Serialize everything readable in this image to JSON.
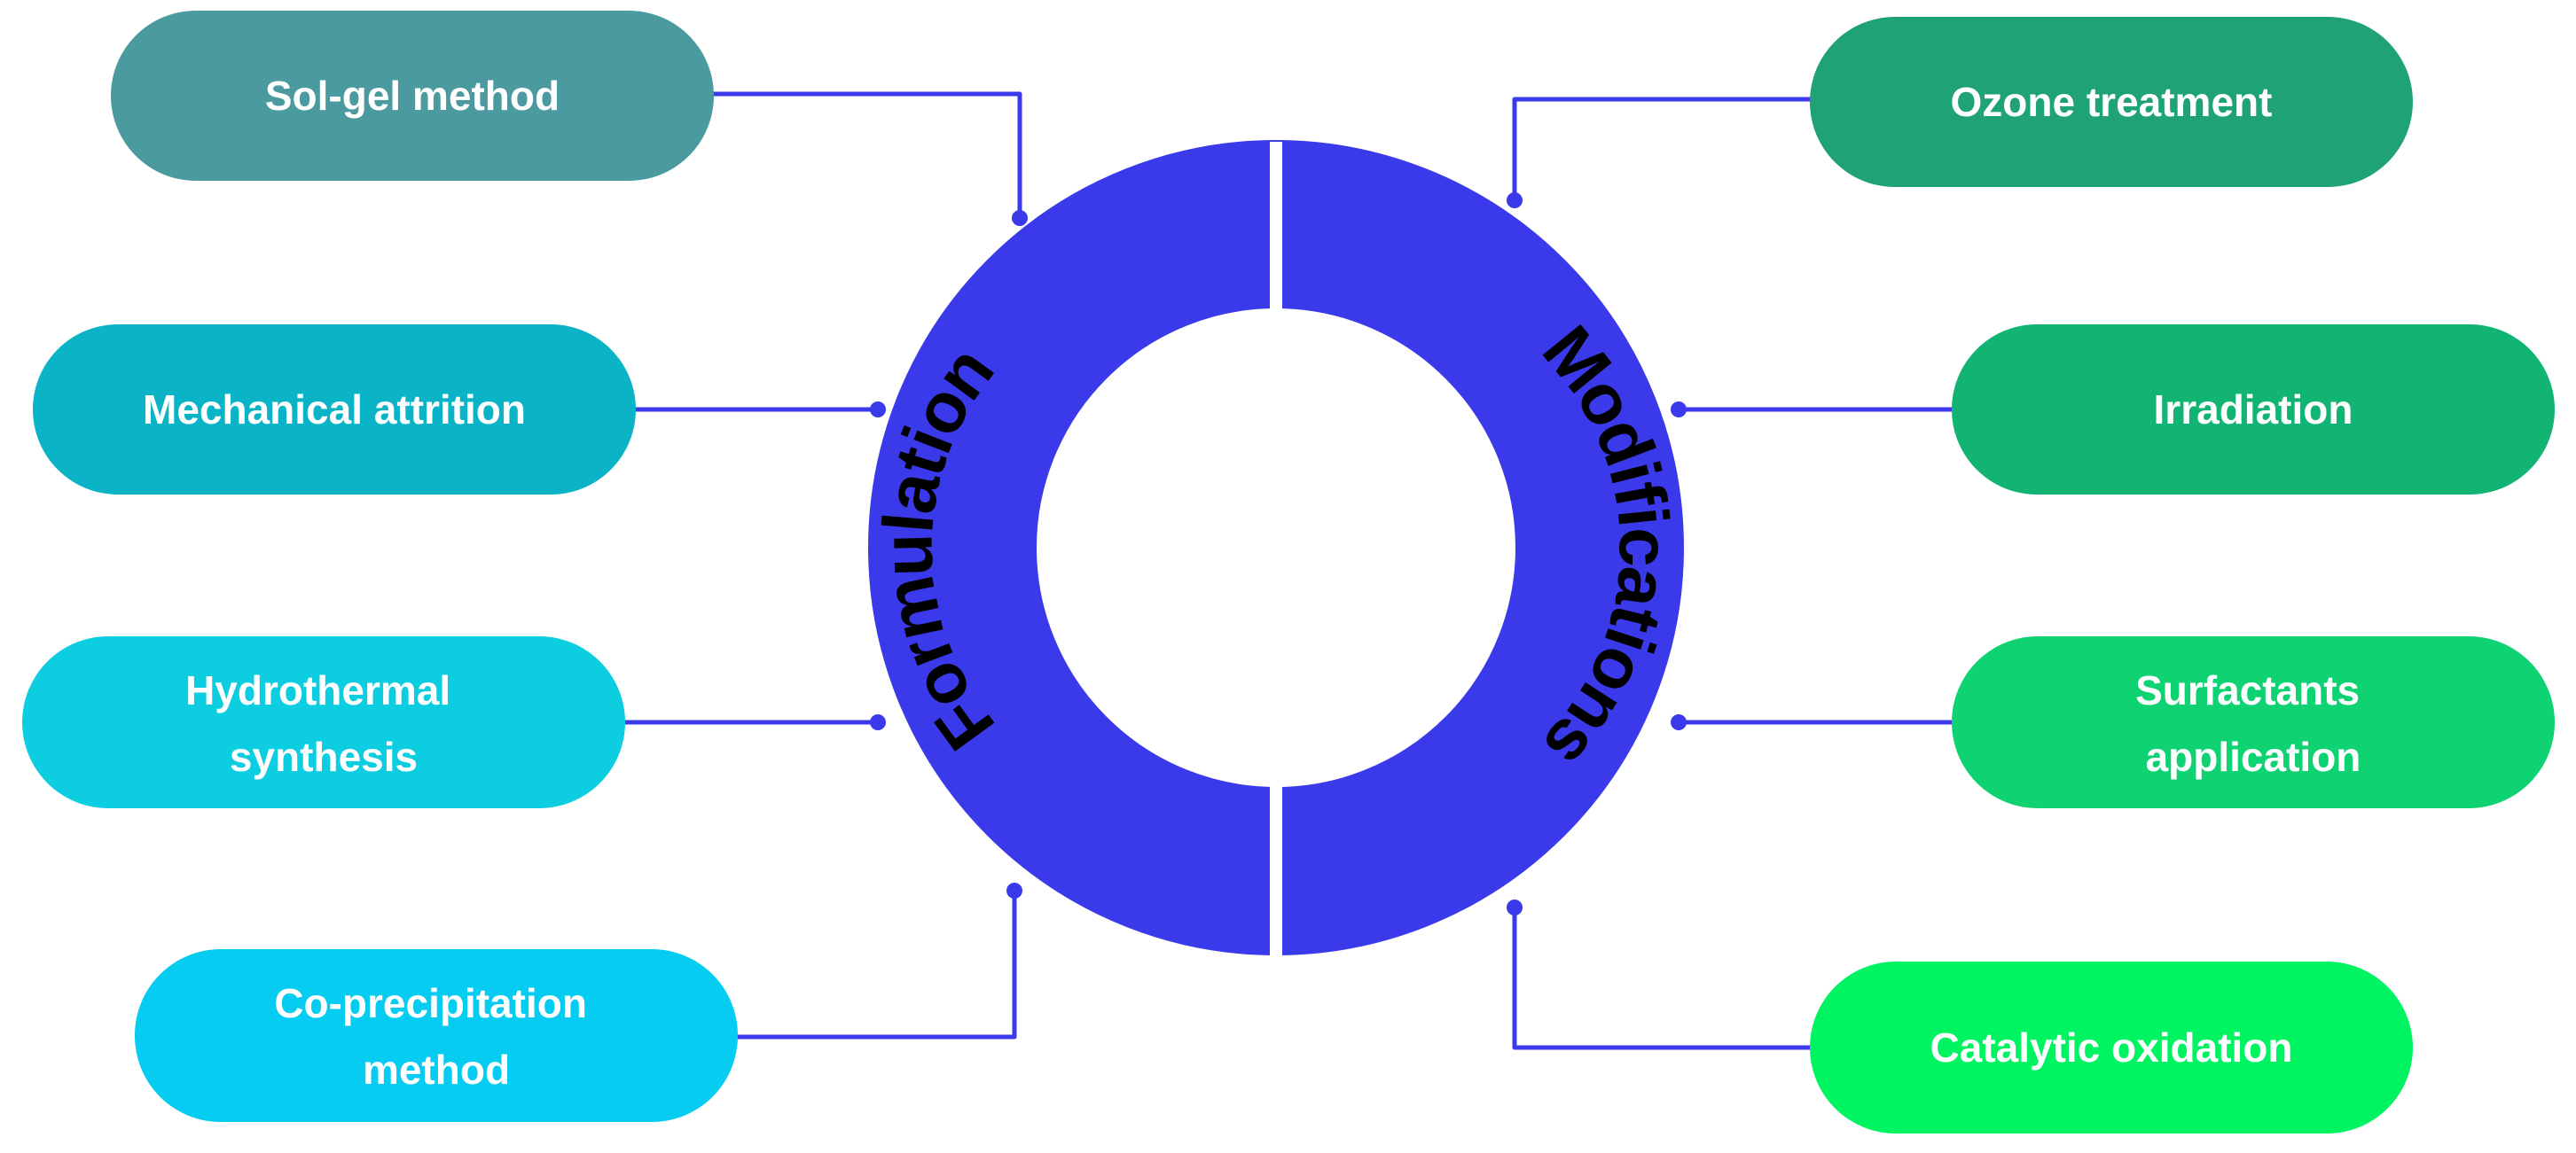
{
  "colors": {
    "ring": "#3a3aeb",
    "connector": "#3a3aeb",
    "background": "#ffffff"
  },
  "ring_labels": {
    "left": "Formulation",
    "right": "Modifications"
  },
  "formulation": [
    {
      "lines": [
        "Sol-gel method"
      ],
      "color": "#4a9aa0"
    },
    {
      "lines": [
        "Mechanical attrition"
      ],
      "color": "#0ab4c6"
    },
    {
      "lines": [
        "Hydrothermal",
        "synthesis"
      ],
      "color": "#0dcde0"
    },
    {
      "lines": [
        "Co-precipitation",
        "method"
      ],
      "color": "#06ccf2"
    }
  ],
  "modifications": [
    {
      "lines": [
        "Ozone treatment"
      ],
      "color": "#1fa374"
    },
    {
      "lines": [
        "Irradiation"
      ],
      "color": "#12b474"
    },
    {
      "lines": [
        "Surfactants",
        "application"
      ],
      "color": "#0fd272"
    },
    {
      "lines": [
        "Catalytic oxidation"
      ],
      "color": "#00f462"
    }
  ]
}
